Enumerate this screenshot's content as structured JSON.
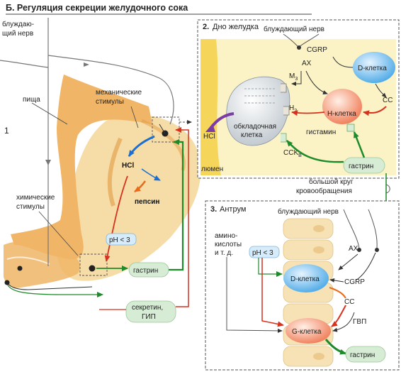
{
  "title": "Б. Регуляция секреции желудочного сока",
  "left": {
    "number": "1",
    "vagus": [
      "блуждаю-",
      "щий нерв"
    ],
    "food": "пища",
    "mech": [
      "механические",
      "стимулы"
    ],
    "chem": [
      "химические",
      "стимулы"
    ],
    "hcl": "HCl",
    "pepsin": "пепсин",
    "ph": "pH < 3",
    "gastrin": "гастрин",
    "secretin": [
      "секретин,",
      "ГИП"
    ]
  },
  "box2": {
    "title_num": "2.",
    "title": "Дно желудка",
    "vagus": "блуждающий нерв",
    "cgrp": "CGRP",
    "ax": "AX",
    "d_cell": "D-клетка",
    "m3": "M",
    "m3_sub": "3",
    "h2": "H",
    "h2_sub": "2",
    "cckb": "CCK",
    "cckb_sub": "B",
    "parietal": [
      "обкладочная",
      "клетка"
    ],
    "h_cell": "H-клетка",
    "cc": "CC",
    "histamine": "гистамин",
    "hcl": "HCl",
    "lumen": "люмен"
  },
  "mid": {
    "gastrin": "гастрин",
    "circ": [
      "большой круг",
      "кровообращения"
    ]
  },
  "box3": {
    "title_num": "3.",
    "title": "Антрум",
    "vagus": "блуждающий нерв",
    "amino": [
      "амино-",
      "кислоты",
      "и т. д."
    ],
    "ph": "pH < 3",
    "ax": "AX",
    "d_cell": "D-клетка",
    "cgrp": "CGRP",
    "cc": "CC",
    "gvp": "ГВП",
    "g_cell": "G-клетка",
    "gastrin": "гастрин"
  }
}
